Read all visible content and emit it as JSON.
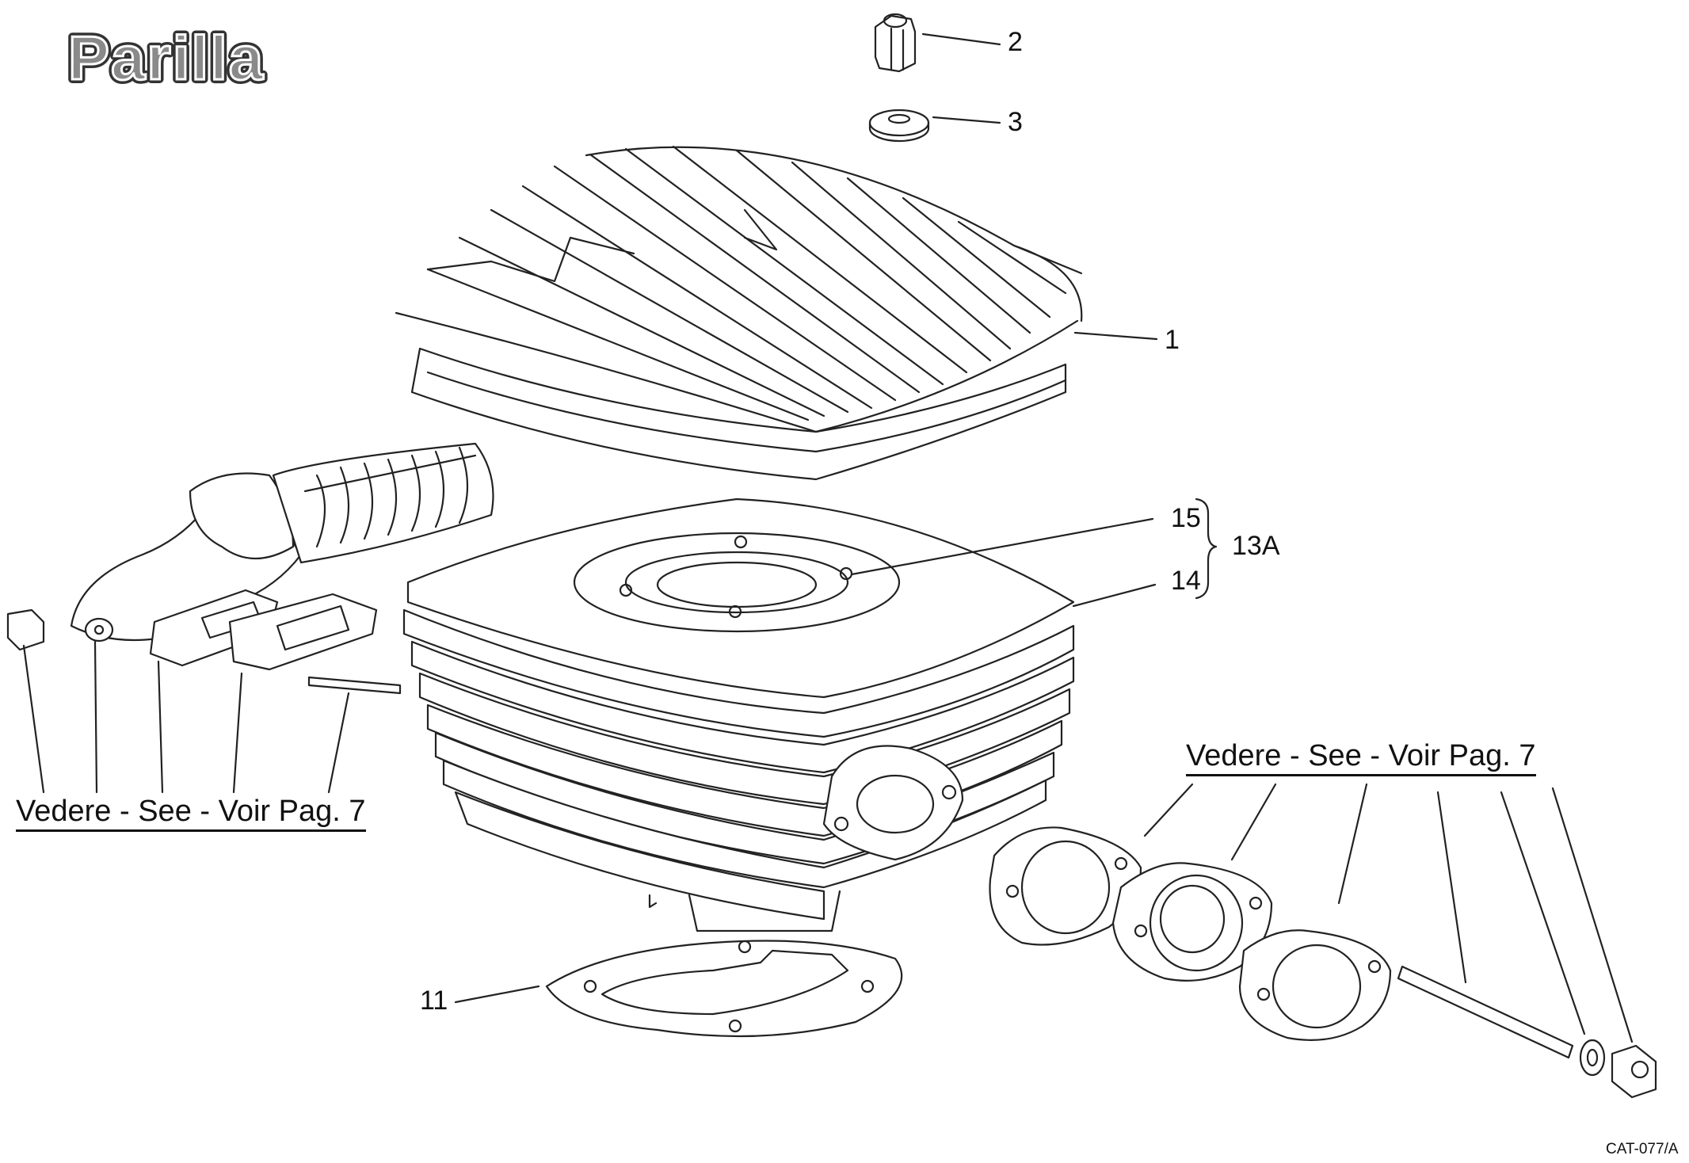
{
  "brand": {
    "logo_text": "Parilla"
  },
  "callouts": [
    {
      "id": "2",
      "text": "2"
    },
    {
      "id": "3",
      "text": "3"
    },
    {
      "id": "1",
      "text": "1"
    },
    {
      "id": "15",
      "text": "15"
    },
    {
      "id": "13a",
      "text": "13A"
    },
    {
      "id": "14",
      "text": "14"
    },
    {
      "id": "11",
      "text": "11"
    }
  ],
  "references": {
    "left": "Vedere - See - Voir  Pag. 7",
    "right": "Vedere - See - Voir  Pag. 7"
  },
  "footer_code": "CAT-077/A",
  "colors": {
    "line": "#222222",
    "fill": "#ffffff",
    "shade": "#cccccc"
  }
}
